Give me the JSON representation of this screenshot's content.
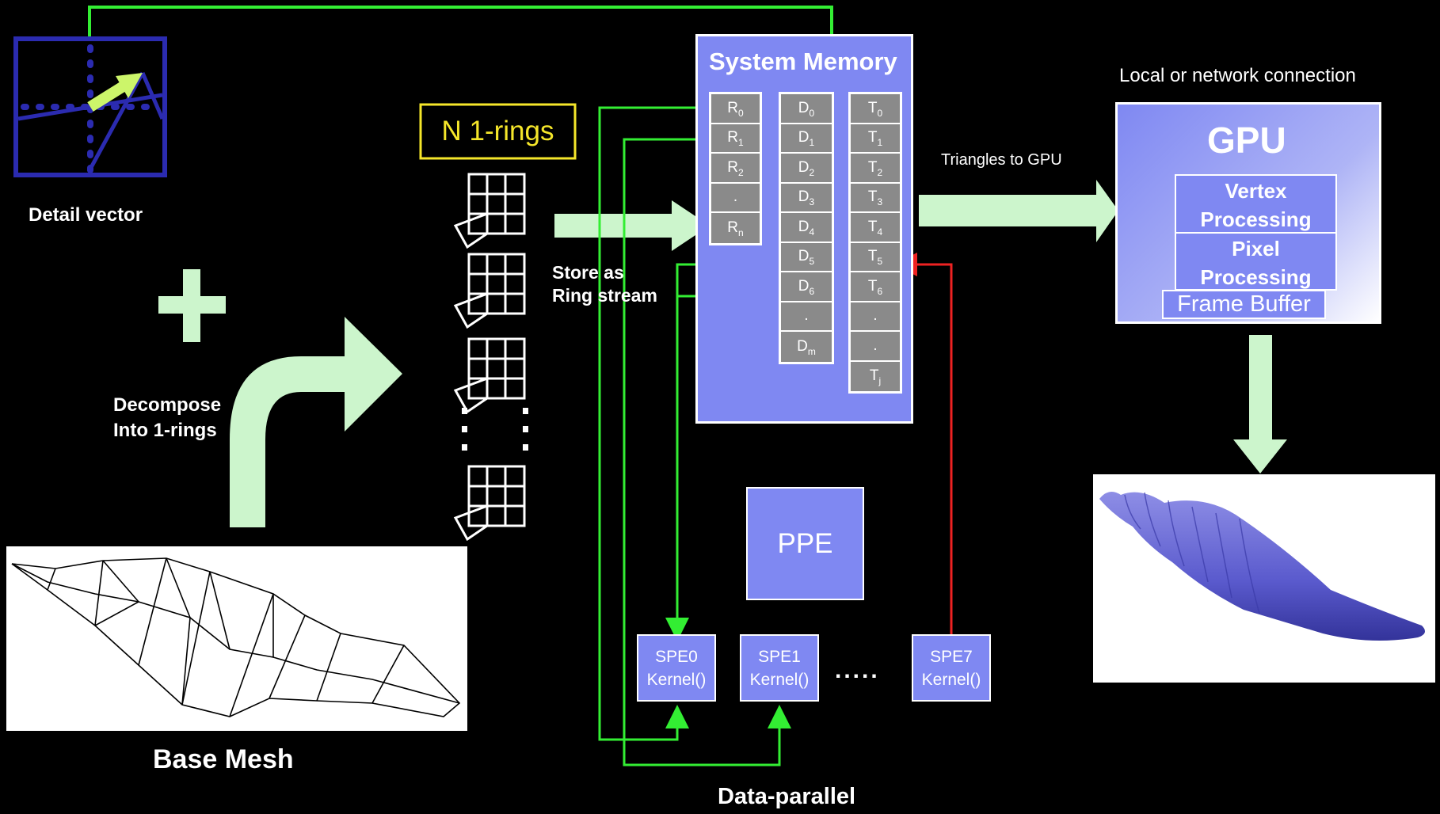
{
  "labels": {
    "detail_vector": "Detail vector",
    "decompose_line1": "Decompose",
    "decompose_line2": "Into 1-rings",
    "base_mesh": "Base Mesh",
    "n_rings": "N 1-rings",
    "store_line1": "Store as",
    "store_line2": "Ring stream",
    "system_memory": "System Memory",
    "triangles_to_gpu": "Triangles to GPU",
    "connection": "Local or network connection",
    "gpu": "GPU",
    "vertex_processing": "Vertex Processing",
    "pixel_processing": "Pixel Processing",
    "frame_buffer": "Frame Buffer",
    "ppe": "PPE",
    "data_parallel": "Data-parallel",
    "ellipsis": "....."
  },
  "memory": {
    "r_cells": [
      {
        "base": "R",
        "sub": "0"
      },
      {
        "base": "R",
        "sub": "1"
      },
      {
        "base": "R",
        "sub": "2"
      },
      {
        "base": ".",
        "sub": ""
      },
      {
        "base": "R",
        "sub": "n"
      }
    ],
    "d_cells": [
      {
        "base": "D",
        "sub": "0"
      },
      {
        "base": "D",
        "sub": "1"
      },
      {
        "base": "D",
        "sub": "2"
      },
      {
        "base": "D",
        "sub": "3"
      },
      {
        "base": "D",
        "sub": "4"
      },
      {
        "base": "D",
        "sub": "5"
      },
      {
        "base": "D",
        "sub": "6"
      },
      {
        "base": ".",
        "sub": ""
      },
      {
        "base": "D",
        "sub": "m"
      }
    ],
    "t_cells": [
      {
        "base": "T",
        "sub": "0"
      },
      {
        "base": "T",
        "sub": "1"
      },
      {
        "base": "T",
        "sub": "2"
      },
      {
        "base": "T",
        "sub": "3"
      },
      {
        "base": "T",
        "sub": "4"
      },
      {
        "base": "T",
        "sub": "5"
      },
      {
        "base": "T",
        "sub": "6"
      },
      {
        "base": ".",
        "sub": ""
      },
      {
        "base": ".",
        "sub": ""
      },
      {
        "base": "T",
        "sub": "j"
      }
    ]
  },
  "spes": [
    {
      "name": "SPE0",
      "fn": "Kernel()"
    },
    {
      "name": "SPE1",
      "fn": "Kernel()"
    },
    {
      "name": "SPE7",
      "fn": "Kernel()"
    }
  ],
  "colors": {
    "accent_green": "#33ee33",
    "arrow_green": "#ccf5cc",
    "box_blue": "#7f88f2",
    "ring_label": "#f5e62a",
    "red_line": "#ee2222"
  }
}
